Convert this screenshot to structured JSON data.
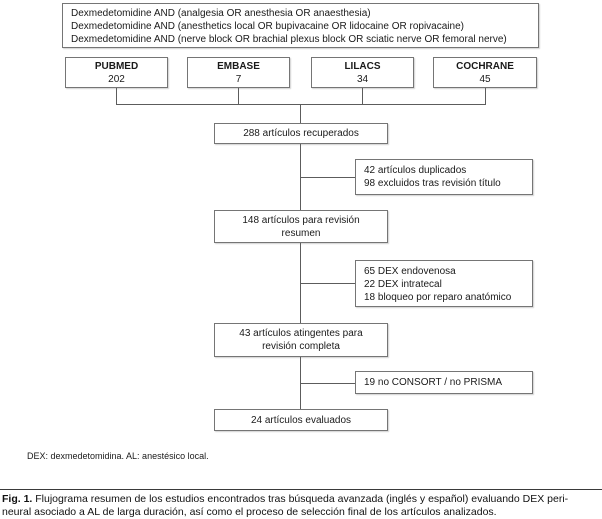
{
  "search_box": {
    "lines": [
      "Dexmedetomidine AND (analgesia OR anesthesia OR anaesthesia)",
      "Dexmedetomidine AND (anesthetics local OR bupivacaine OR lidocaine OR ropivacaine)",
      "Dexmedetomidine AND (nerve block OR brachial plexus block OR sciatic nerve OR femoral nerve)"
    ]
  },
  "databases": [
    {
      "name": "PUBMED",
      "count": "202"
    },
    {
      "name": "EMBASE",
      "count": "7"
    },
    {
      "name": "LILACS",
      "count": "34"
    },
    {
      "name": "COCHRANE",
      "count": "45"
    }
  ],
  "flow": {
    "retrieved": "288 artículos recuperados",
    "excluded_title": {
      "lines": [
        "42 artículos duplicados",
        "98 excluidos tras revisión título"
      ]
    },
    "abstract_review": {
      "lines": [
        "148 artículos para revisión",
        "resumen"
      ]
    },
    "excluded_abstract": {
      "lines": [
        "65 DEX endovenosa",
        "22 DEX intratecal",
        "18 bloqueo por reparo anatómico"
      ]
    },
    "full_review": {
      "lines": [
        "43 artículos atingentes para",
        "revisión completa"
      ]
    },
    "excluded_full": "19 no CONSORT / no PRISMA",
    "evaluated": "24 artículos evaluados"
  },
  "footnote": "DEX: dexmedetomidina. AL: anestésico local.",
  "caption": {
    "label": "Fig. 1.",
    "line1": "Flujograma resumen de los estudios encontrados tras búsqueda avanzada (inglés y español) evaluando DEX peri-",
    "line2": "neural asociado a AL de larga duración, así como el proceso de selección final de los artículos analizados."
  }
}
